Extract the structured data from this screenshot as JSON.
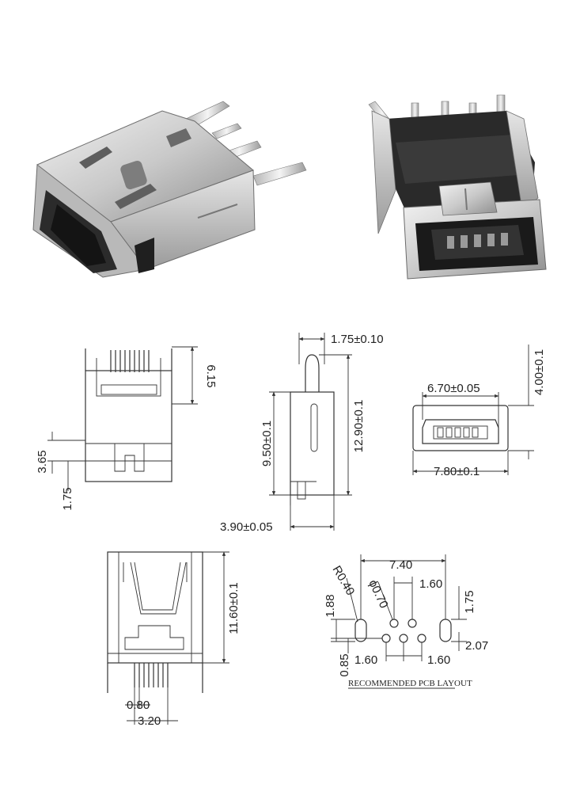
{
  "product_photos": {
    "photo_left": "usb-mini-b-connector-metal-shell",
    "photo_right": "usb-mini-b-connector-front-opening"
  },
  "views": {
    "top_left": {
      "dim_height_upper": "6.15",
      "dim_height_a": "3.65",
      "dim_height_b": "1.75"
    },
    "side": {
      "dim_pin_width": "1.75±0.10",
      "dim_total_height": "12.90±0.1",
      "dim_body_height": "9.50±0.1",
      "dim_depth": "3.90±0.05"
    },
    "front": {
      "dim_opening_width": "6.70±0.05",
      "dim_outer_width": "7.80±0.1",
      "dim_height": "4.00±0.1"
    },
    "bottom_left": {
      "dim_height": "11.60±0.1",
      "dim_pin_pitch": "0.80",
      "dim_pin_span": "3.20"
    },
    "pcb_layout": {
      "dim_total_span": "7.40",
      "dim_pitch_top": "1.60",
      "dim_right_offset": "1.75",
      "dim_radius": "R0.40",
      "dim_hole_diameter": "ϕ0.70",
      "dim_left_height": "1.88",
      "dim_bottom_offset": "0.85",
      "dim_pitch_bottom_left": "1.60",
      "dim_pitch_bottom_right": "1.60",
      "dim_slot_offset": "2.07",
      "caption": "RECOMMENDED PCB LAYOUT"
    }
  }
}
